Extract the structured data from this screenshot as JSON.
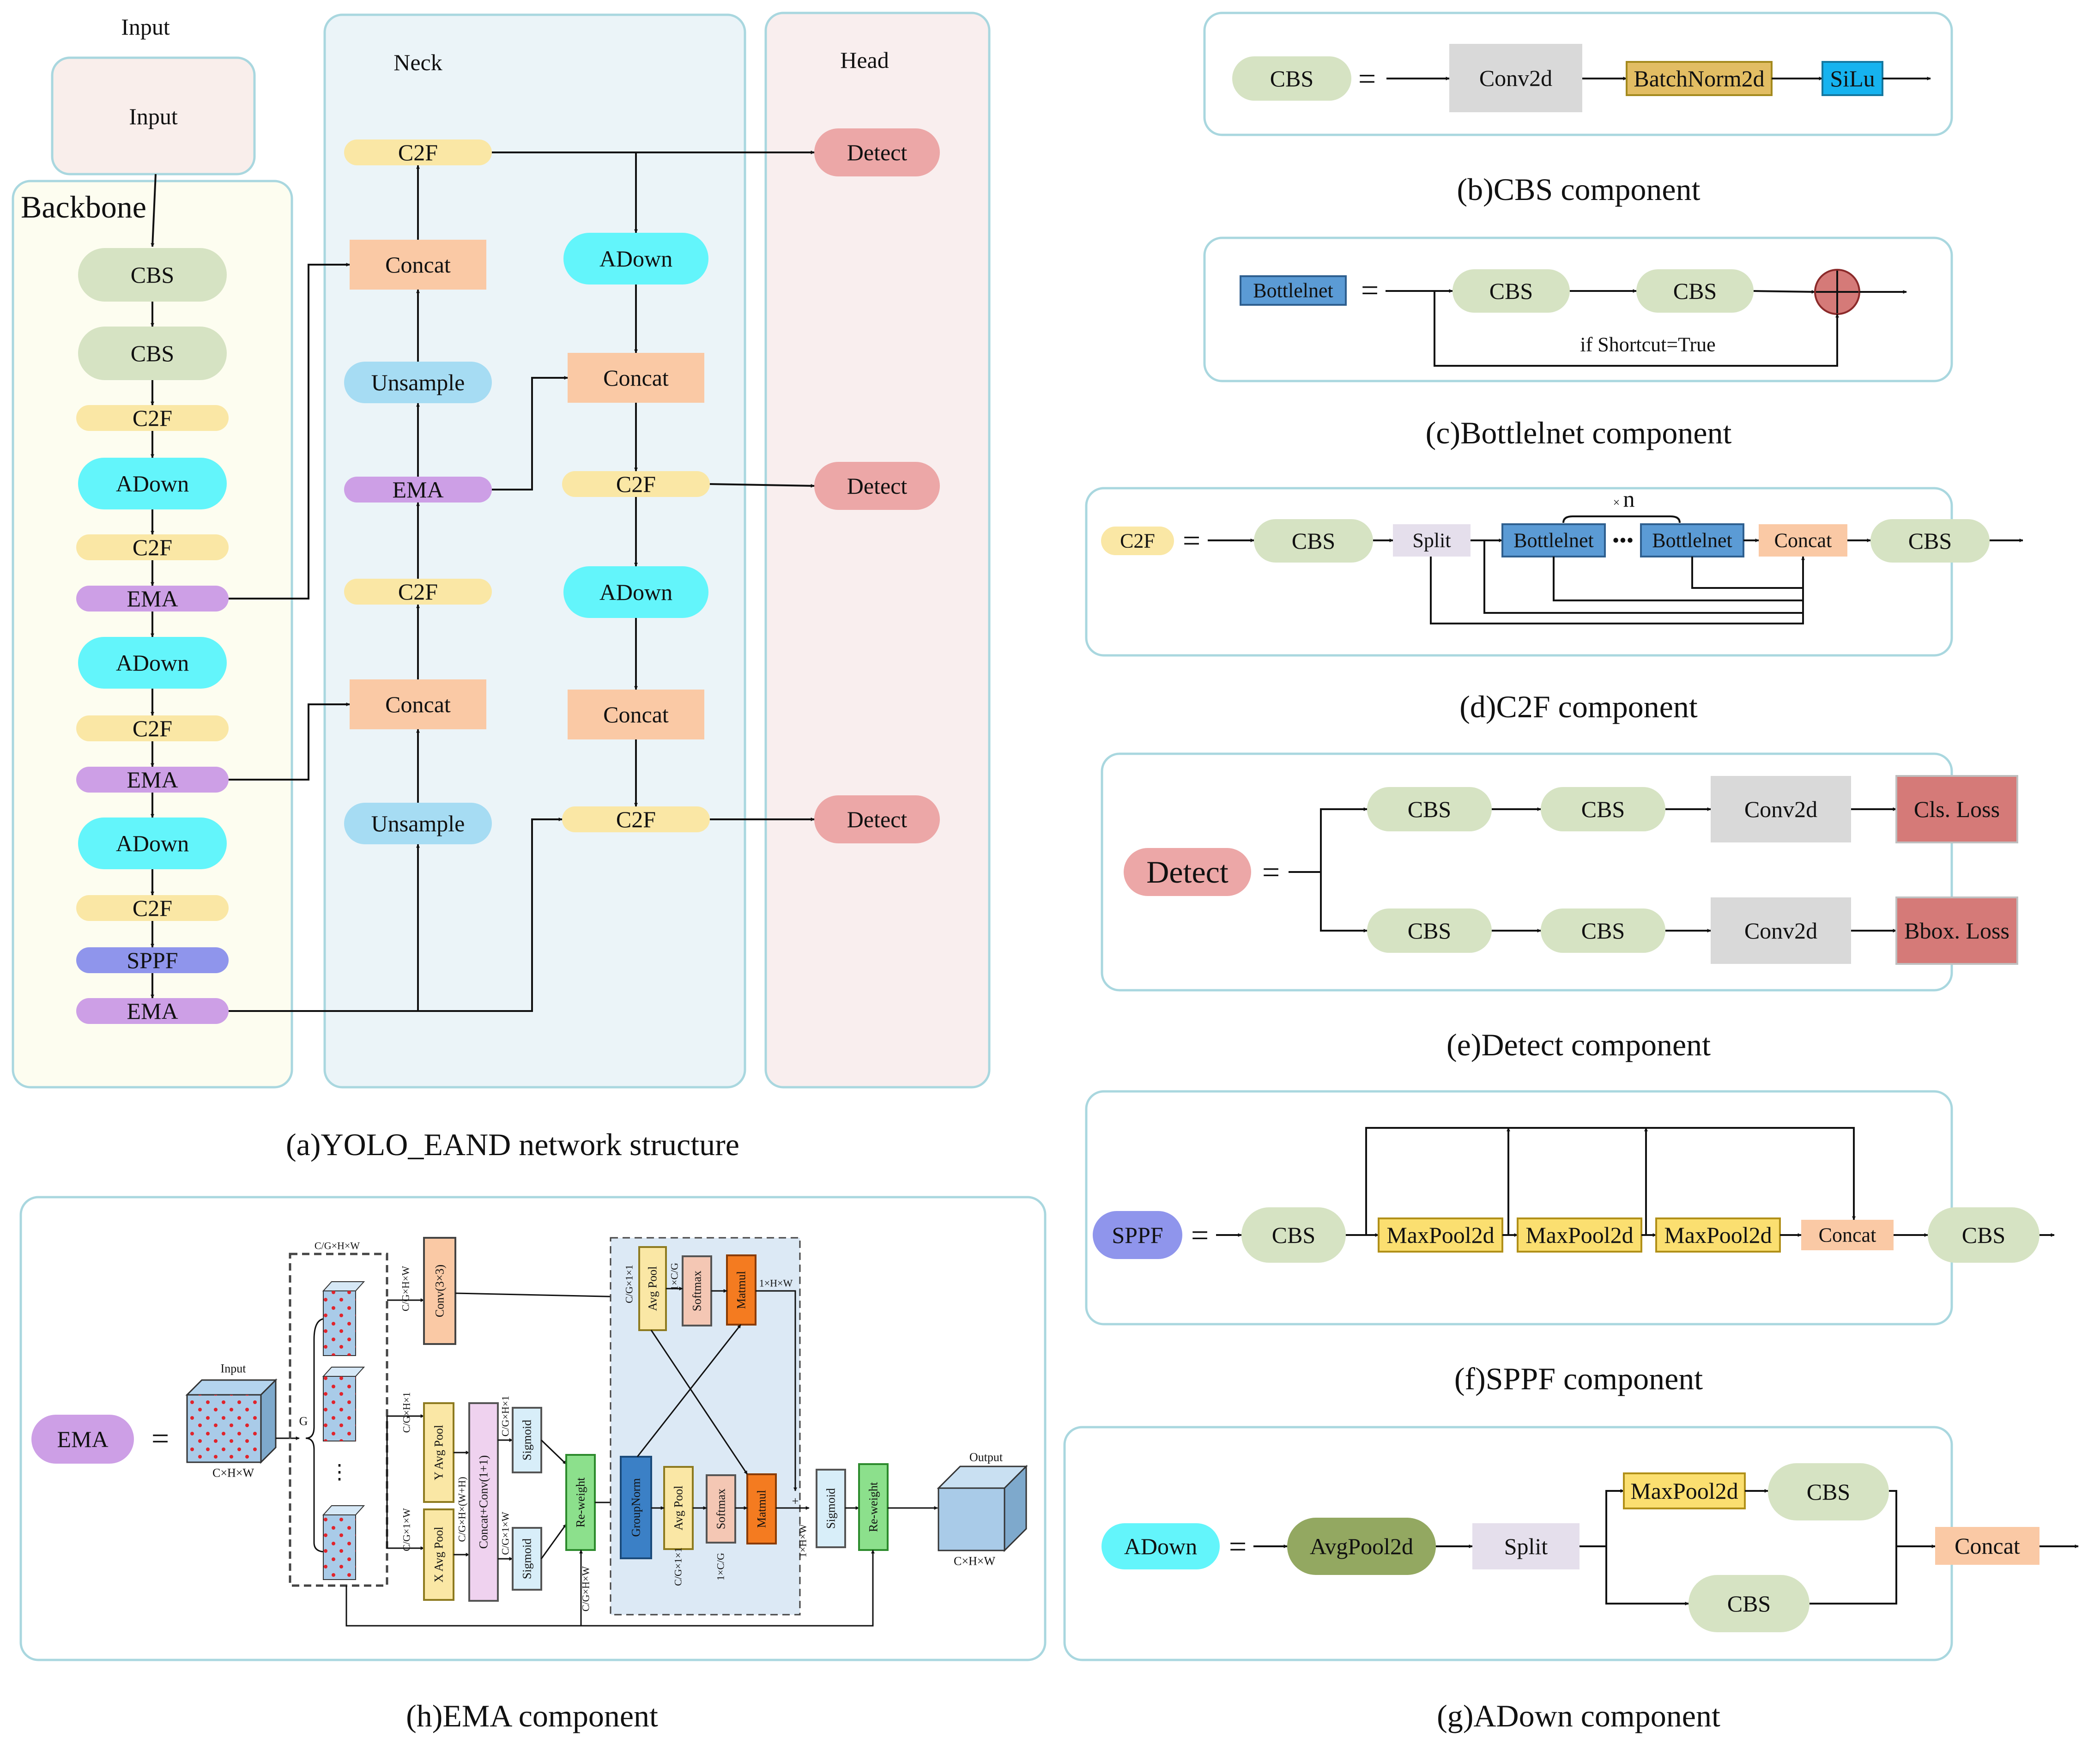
{
  "colors": {
    "cbs": "#d6e3c3",
    "c2f": "#fae7a5",
    "adown": "#63f5fb",
    "ema": "#cd9fe6",
    "sppf": "#8f95ec",
    "concat": "#fac9a5",
    "unsample": "#a6dcf3",
    "detect": "#eca7a7",
    "input": "#f9eeeb",
    "gray": "#d9d9d9",
    "batchnorm": "#e2bd63",
    "silu": "#16b3ef",
    "bottlenet": "#5b9bd5",
    "split": "#e5dfec",
    "maxpool": "#fbdf70",
    "cls": "#d57a78",
    "avgpool2d": "#93a861",
    "backbone_bg": "#fdfdf0",
    "neck_bg": "#ebf4f8",
    "head_bg": "#f9eeee",
    "panel_border": "#a9d7df"
  },
  "main": {
    "input_title": "Input",
    "input_box": "Input",
    "backbone_title": "Backbone",
    "neck_title": "Neck",
    "head_title": "Head",
    "backbone_nodes": [
      "CBS",
      "CBS",
      "C2F",
      "ADown",
      "C2F",
      "EMA",
      "ADown",
      "C2F",
      "EMA",
      "ADown",
      "C2F",
      "SPPF",
      "EMA"
    ],
    "neck_left_nodes": [
      "C2F",
      "Concat",
      "Unsample",
      "EMA",
      "C2F",
      "Concat",
      "Unsample"
    ],
    "neck_right_nodes": [
      "ADown",
      "Concat",
      "C2F",
      "ADown",
      "Concat",
      "C2F"
    ],
    "head_nodes": [
      "Detect",
      "Detect",
      "Detect"
    ],
    "caption": "(a)YOLO_EAND network structure"
  },
  "cbs_panel": {
    "lhs": "CBS",
    "eq": "=",
    "blocks": [
      "Conv2d",
      "BatchNorm2d",
      "SiLu"
    ],
    "caption": "(b)CBS component"
  },
  "bottle_panel": {
    "lhs": "Bottlelnet",
    "eq": "=",
    "blocks": [
      "CBS",
      "CBS"
    ],
    "note": "if Shortcut=True",
    "caption": "(c)Bottlelnet component"
  },
  "c2f_panel": {
    "lhs": "C2F",
    "eq": "=",
    "blocks": [
      "CBS",
      "Split",
      "Bottlelnet",
      "Bottlelnet",
      "Concat",
      "CBS"
    ],
    "dots": "•••",
    "repeat_x": "×",
    "repeat_n": "n",
    "caption": "(d)C2F component"
  },
  "detect_panel": {
    "lhs": "Detect",
    "eq": "=",
    "top_row": [
      "CBS",
      "CBS",
      "Conv2d",
      "Cls. Loss"
    ],
    "bottom_row": [
      "CBS",
      "CBS",
      "Conv2d",
      "Bbox. Loss"
    ],
    "caption": "(e)Detect component"
  },
  "sppf_panel": {
    "lhs": "SPPF",
    "eq": "=",
    "blocks": [
      "CBS",
      "MaxPool2d",
      "MaxPool2d",
      "MaxPool2d",
      "Concat",
      "CBS"
    ],
    "caption": "(f)SPPF component"
  },
  "adown_panel": {
    "lhs": "ADown",
    "eq": "=",
    "blocks": [
      "AvgPool2d",
      "Split",
      "MaxPool2d",
      "CBS",
      "CBS",
      "Concat"
    ],
    "caption": "(g)ADown component"
  },
  "ema_panel": {
    "lhs": "EMA",
    "eq": "=",
    "input_label": "Input",
    "input_dim": "C×H×W",
    "group_label": "G",
    "vdots": "⋮",
    "output_label": "Output",
    "output_dim": "C×H×W",
    "blocks": {
      "conv3": "Conv(3×3)",
      "yavg": "Y Avg Pool",
      "xavg": "X Avg Pool",
      "concat_conv": "Concat+Conv(1+1)",
      "sigmoid": "Sigmoid",
      "reweight": "Re-weight",
      "groupnorm": "GroupNorm",
      "avgpool": "Avg Pool",
      "softmax": "Softmax",
      "matmul": "Matmul"
    },
    "dims": {
      "g_dim": "C/G×H×W",
      "h1": "C/G×H×1",
      "w1": "C/G×1×W",
      "hw1": "C/G×H×(W+H)",
      "h1b": "C/G×H×1",
      "w1b": "C/G×1×W",
      "c11": "C/G×1×1",
      "one_cg": "1×C/G",
      "one_hw": "1×H×W",
      "c11b": "C/G×1×1",
      "one_cgb": "1×C/G",
      "one_hwb": "1×H×W",
      "rw_dim": "C/G×H×W",
      "plus": "+"
    },
    "caption": "(h)EMA component"
  }
}
